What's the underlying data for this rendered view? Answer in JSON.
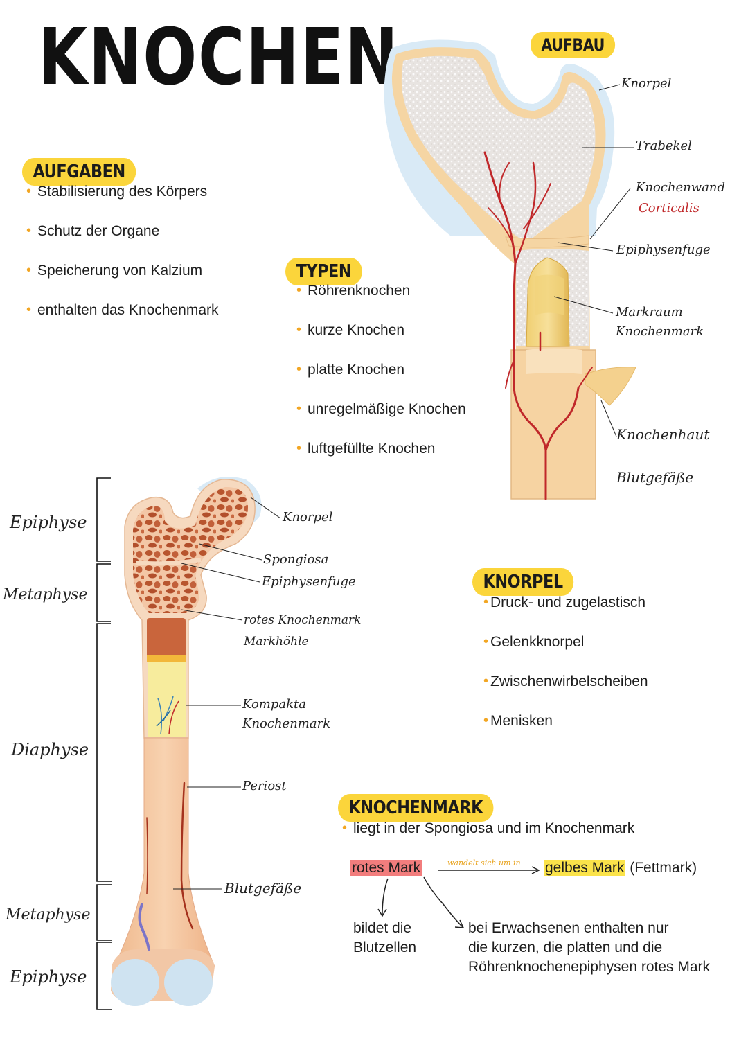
{
  "title": "KNOCHEN",
  "aufgaben": {
    "heading": "AUFGABEN",
    "items": [
      "Stabilisierung des Körpers",
      "Schutz der Organe",
      "Speicherung von Kalzium",
      "enthalten das Knochenmark"
    ]
  },
  "typen": {
    "heading": "TYPEN",
    "items": [
      "Röhrenknochen",
      "kurze Knochen",
      "platte Knochen",
      "unregelmäßige Knochen",
      "luftgefüllte Knochen"
    ]
  },
  "aufbau": {
    "heading": "AUFBAU",
    "labels": {
      "knorpel": "Knorpel",
      "trabekel": "Trabekel",
      "knochenwand": "Knochenwand",
      "corticalis": "Corticalis",
      "epiphysenfuge": "Epiphysenfuge",
      "markraum": "Markraum",
      "knochenmark": "Knochenmark",
      "knochenhaut": "Knochenhaut",
      "blutgefaesse": "Blutgefäße"
    }
  },
  "femur": {
    "regions": {
      "epiphyse_top": "Epiphyse",
      "metaphyse_top": "Metaphyse",
      "diaphyse": "Diaphyse",
      "metaphyse_bottom": "Metaphyse",
      "epiphyse_bottom": "Epiphyse"
    },
    "labels": {
      "knorpel": "Knorpel",
      "spongiosa": "Spongiosa",
      "epiphysenfuge": "Epiphysenfuge",
      "rotes_knochenmark": "rotes Knochenmark",
      "markhoehle": "Markhöhle",
      "kompakta": "Kompakta",
      "knochenmark": "Knochenmark",
      "periost": "Periost",
      "blutgefaesse": "Blutgefäße"
    }
  },
  "knorpel": {
    "heading": "KNORPEL",
    "items": [
      "Druck- und zugelastisch",
      "Gelenkknorpel",
      "Zwischenwirbelscheiben",
      "Menisken"
    ]
  },
  "knochenmark": {
    "heading": "KNOCHENMARK",
    "intro": "liegt in der Spongiosa und im Knochenmark",
    "rotes_mark": "rotes Mark",
    "wandelt": "wandelt sich um in",
    "gelbes_mark": "gelbes Mark",
    "fettmark": "(Fettmark)",
    "bildet_1": "bildet die",
    "bildet_2": "Blutzellen",
    "erwachsene_1": "bei Erwachsenen enthalten nur",
    "erwachsene_2": "die kurzen, die platten und die",
    "erwachsene_3": "Röhrenknochenepiphysen rotes Mark"
  },
  "colors": {
    "highlight_yellow": "#fbd53b",
    "bullet_orange": "#f2a623",
    "bone": "#f6d7a8",
    "vessel_red": "#c0282a",
    "cartilage_blue": "#cfe3f1"
  }
}
